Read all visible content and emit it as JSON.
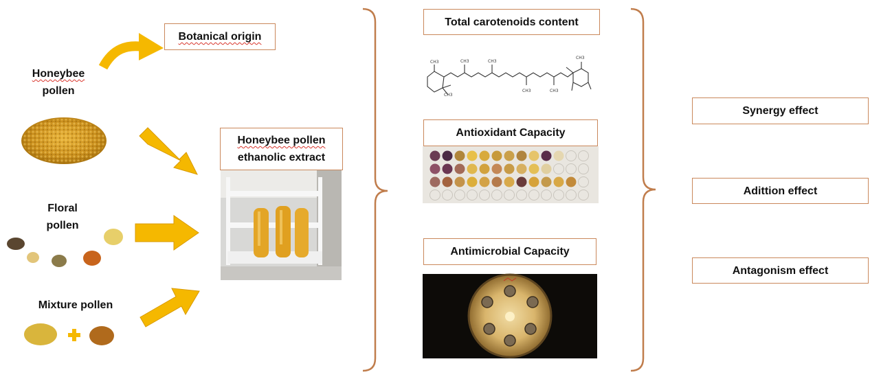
{
  "left_labels": {
    "honeybee_line1": "Honeybee",
    "honeybee_line2": "pollen",
    "floral_line1": "Floral",
    "floral_line2": "pollen",
    "mixture": "Mixture pollen"
  },
  "botanical_origin": "Botanical origin",
  "extract_line1": "Honeybee pollen",
  "extract_line2": "ethanolic extract",
  "analyses": {
    "carotenoids": "Total carotenoids content",
    "antioxidant": "Antioxidant Capacity",
    "antimicrobial": "Antimicrobial Capacity"
  },
  "effects": [
    "Synergy effect",
    "Adittion effect",
    "Antagonism effect"
  ],
  "colors": {
    "arrow": "#f5b800",
    "bracket": "#c07d4c",
    "box_border": "#c9875a"
  }
}
